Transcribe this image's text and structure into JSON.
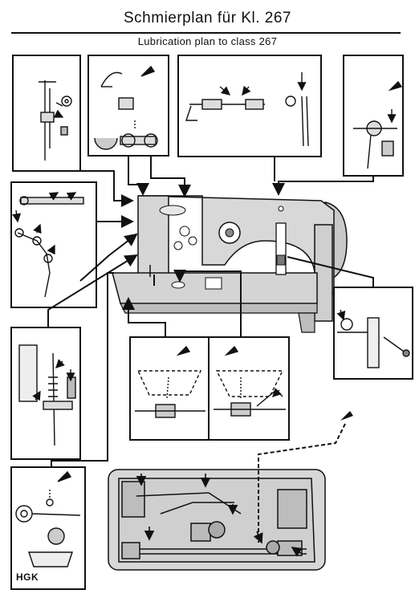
{
  "page": {
    "title": "Schmierplan für Kl. 267",
    "subtitle": "Lubrication plan to class  267"
  },
  "panels": {
    "hgk_label": "HGK"
  }
}
